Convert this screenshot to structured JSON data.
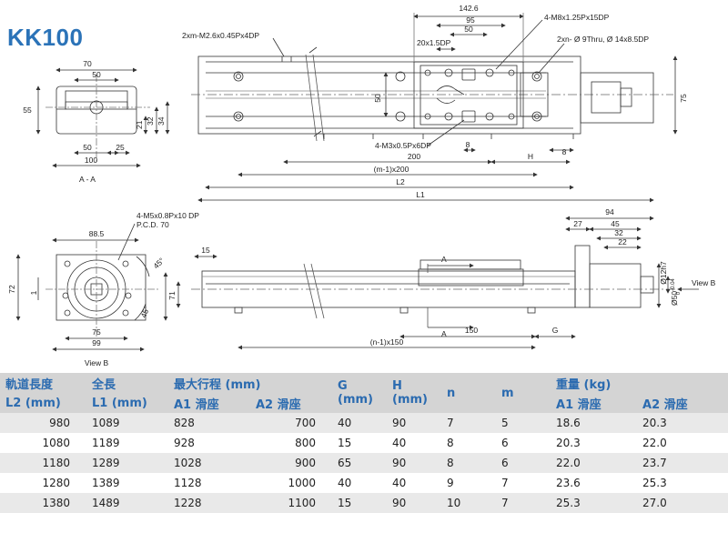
{
  "title": "KK100",
  "drawing": {
    "top_dims": {
      "d142_6": "142.6",
      "d95": "95",
      "d50": "50",
      "d20x15": "20x1.5DP",
      "m8": "4-M8x1.25Px15DP",
      "m2_6": "2xm-M2.6x0.45Px4DP",
      "thru": "2xn- Ø 9Thru, Ø 14x8.5DP",
      "m3": "4-M3x0.5Px6DP",
      "d50v": "50",
      "d8a": "8",
      "d8b": "8",
      "d75": "75",
      "d200": "200",
      "h": "H",
      "m1x200": "(m-1)x200",
      "l2": "L2",
      "l1": "L1"
    },
    "section_aa": {
      "d70": "70",
      "d50": "50",
      "d55": "55",
      "d21": "21",
      "d32": "32",
      "d34": "34",
      "d50b": "50",
      "d25": "25",
      "d100": "100",
      "label": "A - A"
    },
    "view_b": {
      "m5": "4-M5x0.8Px10 DP",
      "pcd": "P.C.D. 70",
      "d88_5": "88.5",
      "d72": "72",
      "d1": "1",
      "d71": "71",
      "a45a": "45°",
      "a45b": "45°",
      "d75": "75",
      "d99": "99",
      "label": "View B"
    },
    "side": {
      "d15": "15",
      "a_top": "A",
      "a_bot": "A",
      "d150": "150",
      "g": "G",
      "n1x150": "(n-1)x150",
      "d94": "94",
      "d27": "27",
      "d45": "45",
      "d32": "32",
      "d22": "22",
      "h7": "Ø12h7",
      "d50tol": "Ø50",
      "d50tol_sup": "-0.04",
      "d50tol_sub": "0",
      "view_b": "View B"
    }
  },
  "table": {
    "headers": {
      "l2": [
        "軌道長度",
        "L2 (mm)"
      ],
      "l1": [
        "全長",
        "L1 (mm)"
      ],
      "stroke": "最大行程 (mm)",
      "a1": "A1 滑座",
      "a2": "A2 滑座",
      "g": "G (mm)",
      "h": "H (mm)",
      "n": "n",
      "m": "m",
      "weight": "重量 (kg)",
      "w1": "A1 滑座",
      "w2": "A2 滑座"
    },
    "rows": [
      {
        "l2": "980",
        "l1": "1089",
        "a1": "828",
        "a2": "700",
        "g": "40",
        "h": "90",
        "n": "7",
        "m": "5",
        "w1": "18.6",
        "w2": "20.3"
      },
      {
        "l2": "1080",
        "l1": "1189",
        "a1": "928",
        "a2": "800",
        "g": "15",
        "h": "40",
        "n": "8",
        "m": "6",
        "w1": "20.3",
        "w2": "22.0"
      },
      {
        "l2": "1180",
        "l1": "1289",
        "a1": "1028",
        "a2": "900",
        "g": "65",
        "h": "90",
        "n": "8",
        "m": "6",
        "w1": "22.0",
        "w2": "23.7"
      },
      {
        "l2": "1280",
        "l1": "1389",
        "a1": "1128",
        "a2": "1000",
        "g": "40",
        "h": "40",
        "n": "9",
        "m": "7",
        "w1": "23.6",
        "w2": "25.3"
      },
      {
        "l2": "1380",
        "l1": "1489",
        "a1": "1228",
        "a2": "1100",
        "g": "15",
        "h": "90",
        "n": "10",
        "m": "7",
        "w1": "25.3",
        "w2": "27.0"
      }
    ]
  }
}
